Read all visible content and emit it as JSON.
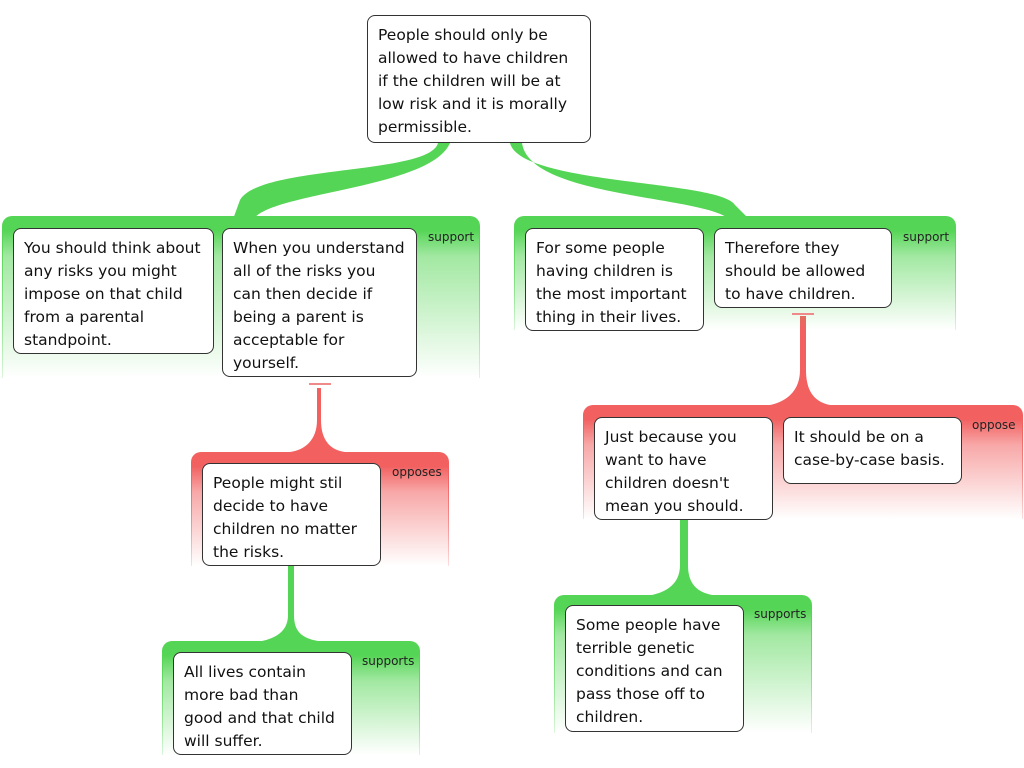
{
  "root": {
    "text": "People should only be allowed to have children if the children will be at low risk and it is morally permissible."
  },
  "groups": {
    "left_support": {
      "label": "support",
      "claims": [
        "You should think about any risks you might impose on that child from a parental standpoint.",
        "When you understand all of the risks you can then decide if being a parent is acceptable for yourself."
      ]
    },
    "right_support": {
      "label": "support",
      "claims": [
        "For some people having children is the most important thing in their lives.",
        "Therefore they should be allowed to have children."
      ]
    },
    "left_opposes": {
      "label": "opposes",
      "claims": [
        "People might stil decide to have children no matter the risks."
      ]
    },
    "left_supports": {
      "label": "supports",
      "claims": [
        "All lives contain more bad than good and that child will suffer."
      ]
    },
    "right_oppose": {
      "label": "oppose",
      "claims": [
        "Just because you want to have children doesn't mean you should.",
        "It should be on a case-by-case basis."
      ]
    },
    "right_supports": {
      "label": "supports",
      "claims": [
        "Some people have terrible genetic conditions and can pass those off to children."
      ]
    }
  },
  "colors": {
    "support": "#55d555",
    "oppose": "#f26060",
    "card_border": "#333333"
  }
}
